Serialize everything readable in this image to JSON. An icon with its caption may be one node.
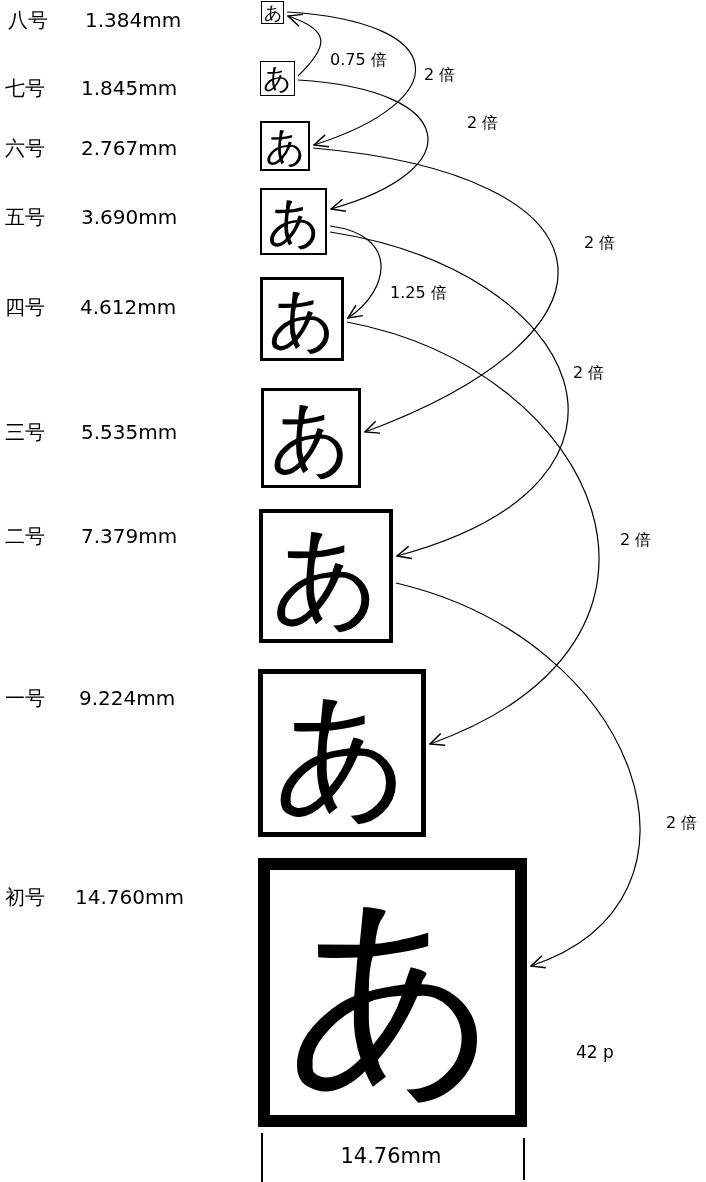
{
  "diagram": {
    "nodes": [
      {
        "text": [
          "あ"
        ],
        "beside": [
          "八号",
          "1.384mm"
        ]
      },
      {
        "text": [
          "あ"
        ],
        "beside": [
          "七号",
          "1.845mm"
        ]
      },
      {
        "text": [
          "あ"
        ],
        "beside": [
          "六号",
          "2.767mm"
        ]
      },
      {
        "text": [
          "あ"
        ],
        "beside": [
          "五号",
          "3.690mm"
        ]
      },
      {
        "text": [
          "あ"
        ],
        "beside": [
          "四号",
          "4.612mm"
        ]
      },
      {
        "text": [
          "あ"
        ],
        "beside": [
          "三号",
          "5.535mm"
        ]
      },
      {
        "text": [
          "あ"
        ],
        "beside": [
          "二号",
          "7.379mm"
        ]
      },
      {
        "text": [
          "あ"
        ],
        "beside": [
          "一号",
          "9.224mm"
        ]
      },
      {
        "text": [
          "あ"
        ],
        "beside": [
          "初号",
          "14.760mm"
        ]
      }
    ],
    "edges": [
      {
        "from": 0,
        "to": 2,
        "arrow": "to",
        "label": "2 倍"
      },
      {
        "from": 1,
        "to": 0,
        "arrow": "to",
        "label": "0.75 倍"
      },
      {
        "from": 1,
        "to": 3,
        "arrow": "to",
        "label": "2 倍"
      },
      {
        "from": 2,
        "to": 5,
        "arrow": "to",
        "label": "2 倍"
      },
      {
        "from": 3,
        "to": 4,
        "arrow": "to",
        "label": "1.25 倍"
      },
      {
        "from": 3,
        "to": 6,
        "arrow": "to",
        "label": "2 倍"
      },
      {
        "from": 4,
        "to": 7,
        "arrow": "to",
        "label": "2 倍"
      },
      {
        "from": 6,
        "to": 8,
        "arrow": "to",
        "label": "2 倍"
      }
    ],
    "labels": [
      "42 p",
      "14.76mm"
    ]
  }
}
